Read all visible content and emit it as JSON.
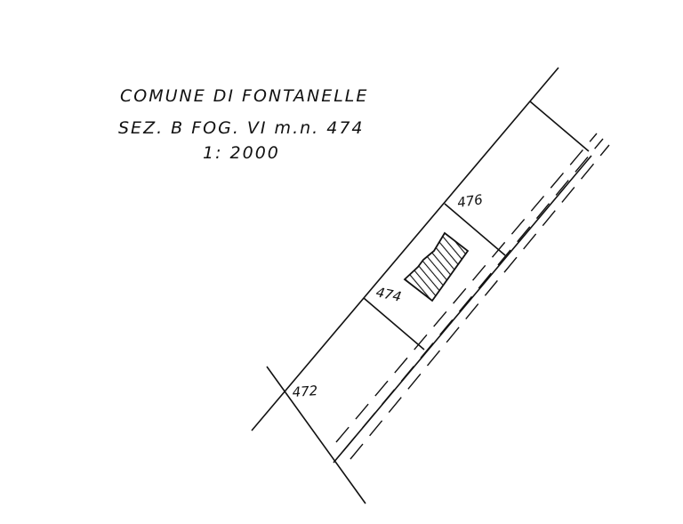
{
  "header": {
    "line1": "COMUNE DI FONTANELLE",
    "line2": "SEZ. B FOG. VI m.n. 474",
    "scale": "1: 2000"
  },
  "parcels": [
    {
      "id": "parcel-476",
      "number": "476"
    },
    {
      "id": "parcel-474",
      "number": "474"
    },
    {
      "id": "parcel-472",
      "number": "472"
    }
  ]
}
